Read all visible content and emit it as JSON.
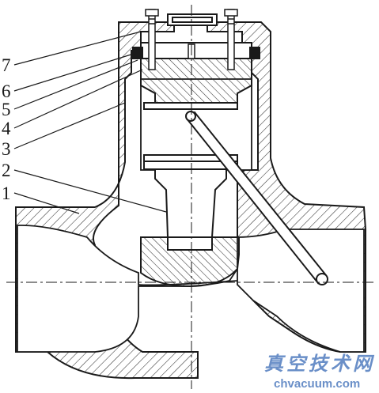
{
  "callouts": [
    "7",
    "6",
    "5",
    "4",
    "3",
    "2",
    "1"
  ],
  "watermark": {
    "cn": "真空技术网",
    "url": "chvacuum.com"
  },
  "colors": {
    "line": "#1a1a1a",
    "hatch": "#333333",
    "watermark": "#6a8fc8"
  }
}
